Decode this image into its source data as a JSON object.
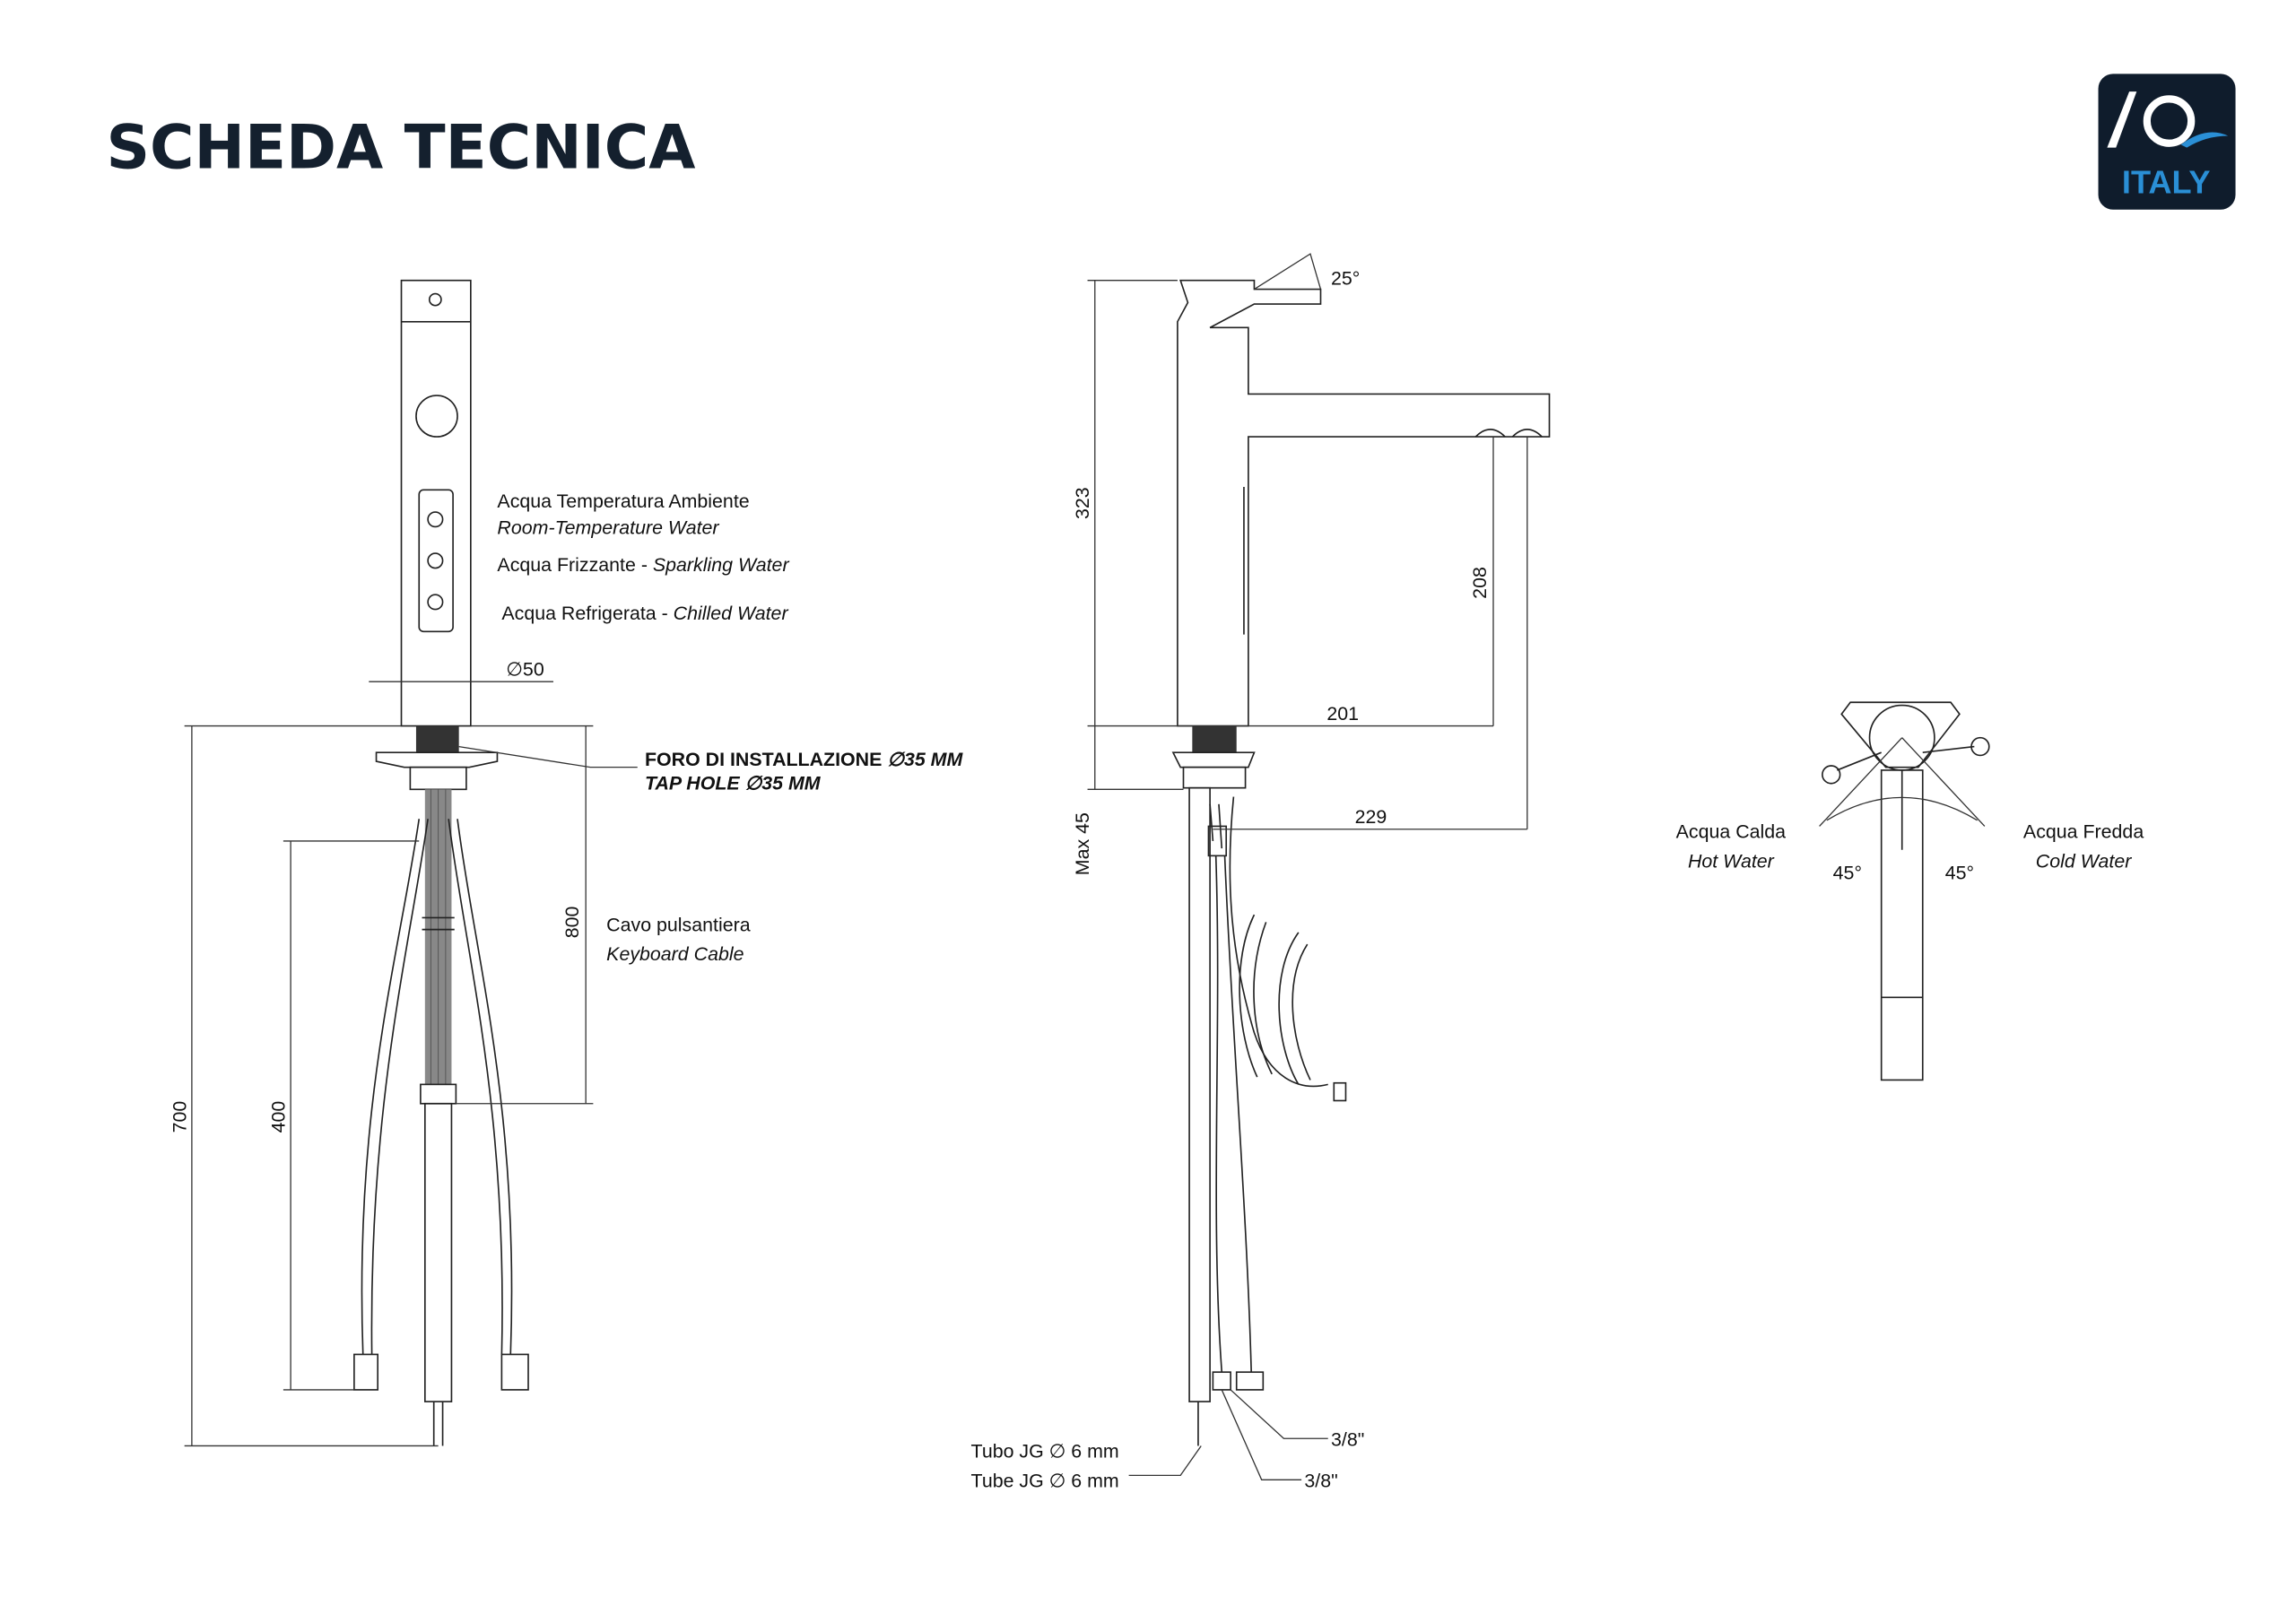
{
  "header": {
    "title": "SCHEDA TECNICA",
    "logo_text": "ITALY",
    "logo_mark": "AQ"
  },
  "colors": {
    "title": "#14202e",
    "logo_bg": "#0f1c2c",
    "logo_accent": "#2a8fd6"
  },
  "front_view": {
    "label_room_it": "Acqua Temperatura Ambiente",
    "label_room_en": "Room-Temperature Water",
    "label_sparkling_it": "Acqua Frizzante - ",
    "label_sparkling_en": "Sparkling Water",
    "label_chilled_it": "Acqua Refrigerata - ",
    "label_chilled_en": "Chilled Water",
    "diameter": "∅50",
    "tap_hole_it": "FORO DI INSTALLAZIONE",
    "tap_hole_it_value": "∅35 MM",
    "tap_hole_en": "TAP HOLE",
    "tap_hole_en_value": "∅35 MM",
    "cable_it": "Cavo pulsantiera",
    "cable_en": "Keyboard Cable",
    "dim_700": "700",
    "dim_400": "400",
    "dim_800": "800"
  },
  "side_view": {
    "angle": "25°",
    "dim_323": "323",
    "dim_208": "208",
    "dim_201": "201",
    "dim_229": "229",
    "dim_max45": "Max 45",
    "tube_it": "Tubo JG ∅ 6 mm",
    "tube_en": "Tube JG ∅ 6 mm",
    "fitting_1": "3/8\"",
    "fitting_2": "3/8\""
  },
  "top_view": {
    "hot_it": "Acqua Calda",
    "hot_en": "Hot Water",
    "cold_it": "Acqua Fredda",
    "cold_en": "Cold Water",
    "angle_left": "45°",
    "angle_right": "45°"
  }
}
